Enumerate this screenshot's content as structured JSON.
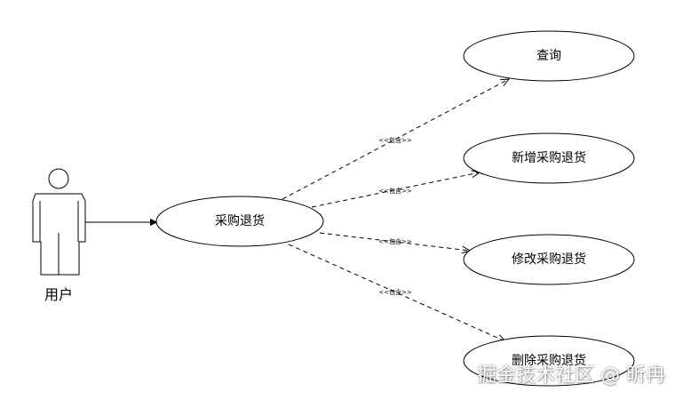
{
  "actor": {
    "label": "用户",
    "icon": "stick-figure-icon"
  },
  "main_usecase": {
    "label": "采购退货"
  },
  "usecases": [
    {
      "label": "查询"
    },
    {
      "label": "新增采购退货"
    },
    {
      "label": "修改采购退货"
    },
    {
      "label": "删除采购退货"
    }
  ],
  "relationships": [
    {
      "label": "<<包含>>"
    },
    {
      "label": "<<包含>>"
    },
    {
      "label": "<<包含>>"
    },
    {
      "label": "<<包含>>"
    }
  ],
  "watermark": {
    "text": "掘金技术社区 @ 昕冉"
  }
}
